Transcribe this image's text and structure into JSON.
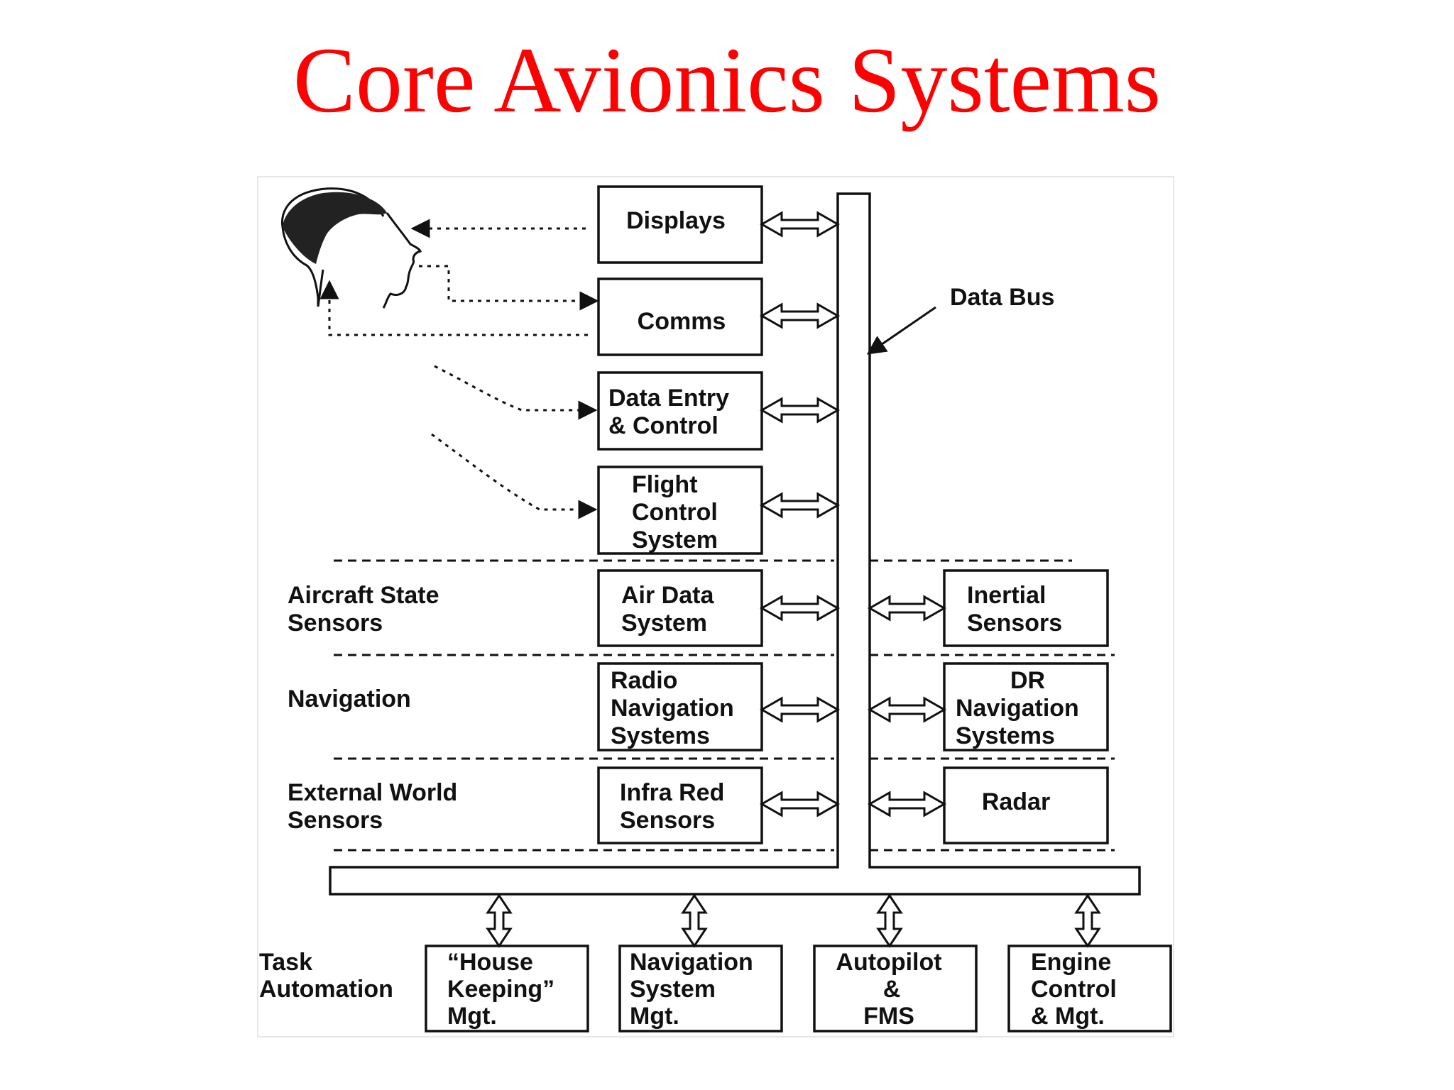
{
  "title": "Core Avionics Systems",
  "data_bus_label": "Data Bus",
  "categories": {
    "aircraft_state": [
      "Aircraft  State",
      "Sensors"
    ],
    "navigation": [
      "Navigation"
    ],
    "external_world": [
      "External World",
      "Sensors"
    ],
    "task_automation": [
      "Task",
      "Automation"
    ]
  },
  "boxes": {
    "displays": [
      "Displays"
    ],
    "comms": [
      "Comms"
    ],
    "data_entry": [
      "Data Entry",
      "& Control"
    ],
    "flight_control": [
      "Flight",
      "Control",
      "System"
    ],
    "air_data": [
      "Air Data",
      "System"
    ],
    "inertial": [
      "Inertial",
      "Sensors"
    ],
    "radio_nav": [
      "Radio",
      "Navigation",
      "Systems"
    ],
    "dr_nav": [
      "DR",
      "Navigation",
      "Systems"
    ],
    "infra_red": [
      "Infra Red",
      "Sensors"
    ],
    "radar": [
      "Radar"
    ],
    "house_keeping": [
      "“House",
      "Keeping”",
      "Mgt."
    ],
    "nav_system_mgt": [
      "Navigation",
      "System",
      "Mgt."
    ],
    "autopilot": [
      "Autopilot",
      "&",
      "FMS"
    ],
    "engine": [
      "Engine",
      "Control",
      "& Mgt."
    ]
  }
}
